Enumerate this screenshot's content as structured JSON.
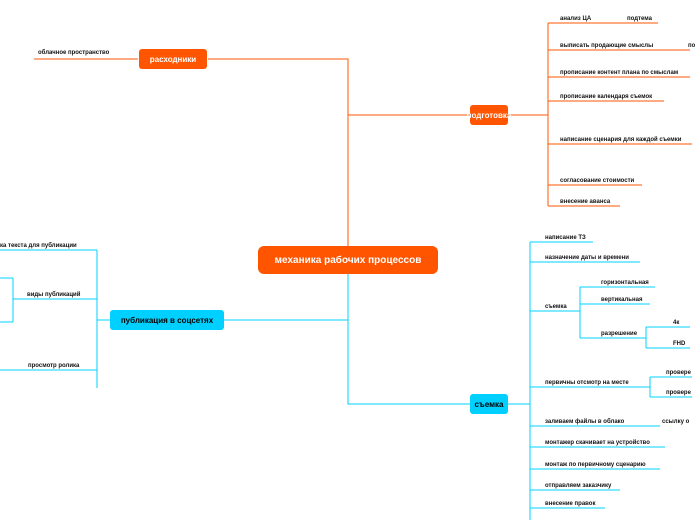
{
  "root": {
    "label": "механика рабочих процессов",
    "color": "#ff5500"
  },
  "branches": {
    "rashodniki": {
      "label": "расходники",
      "color": "#ff5500",
      "items": [
        "облачное пространство"
      ]
    },
    "podgotovka": {
      "label": "подготовка",
      "color": "#ff5500",
      "items": [
        "анализ ЦА",
        "подтема",
        "выписать продающие смыслы",
        "по",
        "прописание контент плана по смыслам",
        "прописание календаря съемок",
        "написание сценария для каждой съемки",
        "согласование стоимости",
        "внесение аванса"
      ]
    },
    "publikaciya": {
      "label": "публикация в соцсетях",
      "color": "#00d0ff",
      "items": [
        "ка текста для публикации",
        "виды публикаций",
        "просмотр ролика"
      ]
    },
    "semka": {
      "label": "съемка",
      "color": "#00d0ff",
      "items": [
        "написание ТЗ",
        "назначение даты и времени",
        "съемка",
        "горизонтальная",
        "вертикальная",
        "разрешение",
        "4к",
        "FHD",
        "первичны отсмотр на месте",
        "провере",
        "провере",
        "заливаем файлы в облако",
        "ссылку о",
        "монтажер скачивает на устройство",
        "монтаж по первичному сценарию",
        "отправляем заказчику",
        "внесение правок"
      ]
    }
  }
}
